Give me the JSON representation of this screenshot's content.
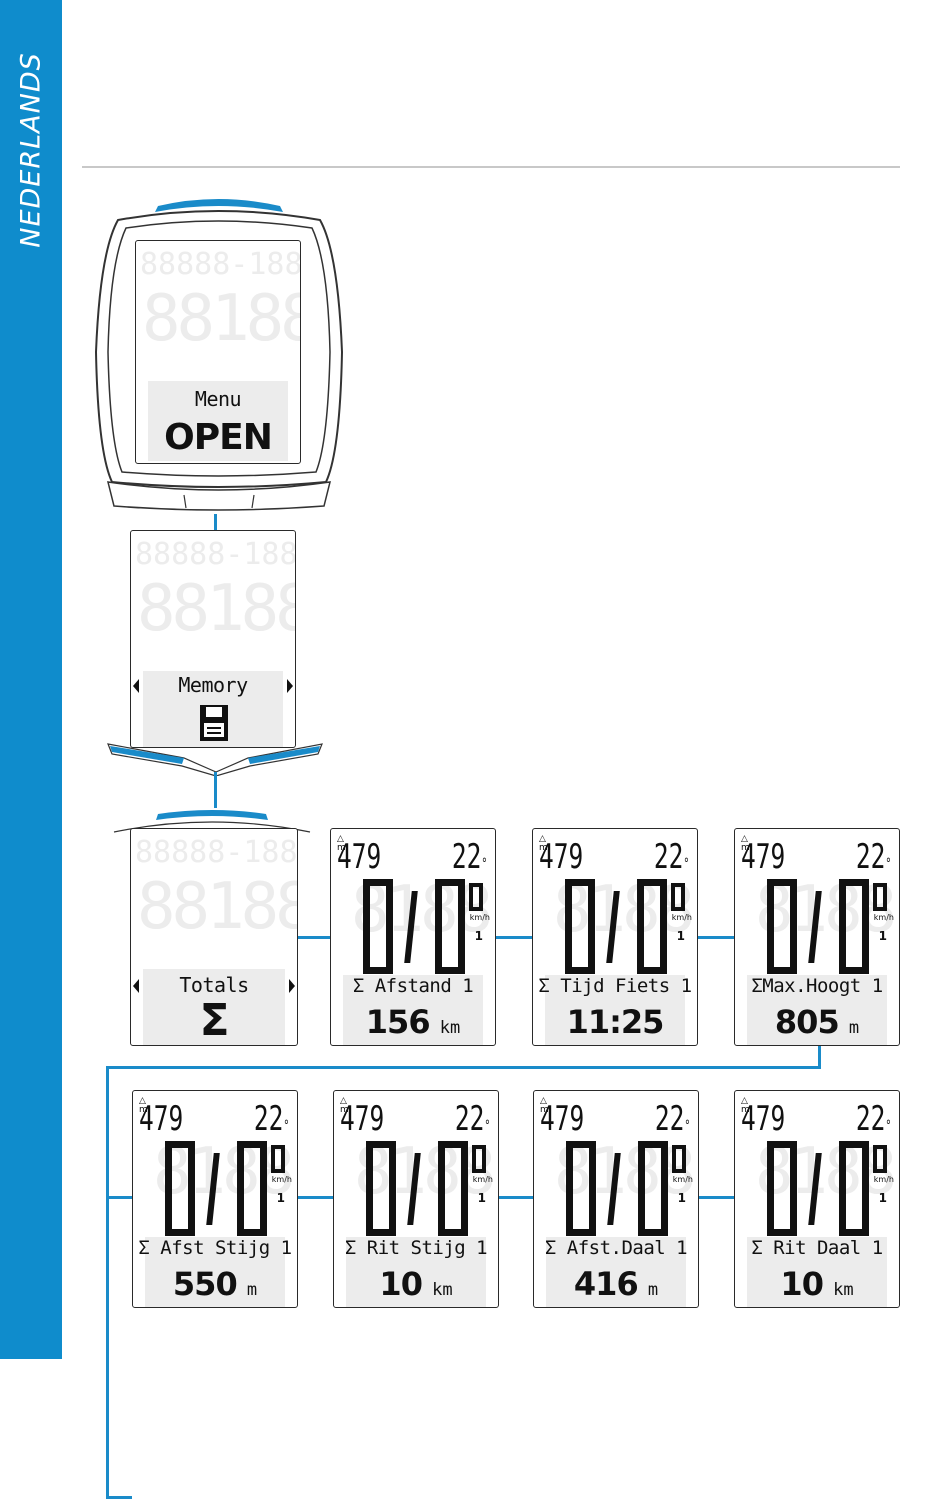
{
  "sidebar": {
    "language": "NEDERLANDS"
  },
  "colors": {
    "accent": "#0f8ccc",
    "connector": "#1a8bc9"
  },
  "device": {
    "label": "Menu",
    "value": "OPEN"
  },
  "menu_screen": {
    "label": "Memory",
    "icon": "floppy-disk-icon"
  },
  "totals_screen": {
    "label": "Totals",
    "symbol": "Σ"
  },
  "status": {
    "altitude": "479",
    "temperature": "22",
    "temp_unit": "°",
    "speed_unit": "km/h",
    "indicator": "1"
  },
  "screens": [
    {
      "label": "Σ Afstand 1",
      "value": "156",
      "unit": "km"
    },
    {
      "label": "Σ Tijd Fiets 1",
      "value": "11:25",
      "unit": ""
    },
    {
      "label": "ΣMax.Hoogt 1",
      "value": "805",
      "unit": "m"
    },
    {
      "label": "Σ Afst Stijg 1",
      "value": "550",
      "unit": "m"
    },
    {
      "label": "Σ Rit Stijg 1",
      "value": "10",
      "unit": "km"
    },
    {
      "label": "Σ Afst.Daal 1",
      "value": "416",
      "unit": "m"
    },
    {
      "label": "Σ Rit Daal 1",
      "value": "10",
      "unit": "km"
    }
  ]
}
